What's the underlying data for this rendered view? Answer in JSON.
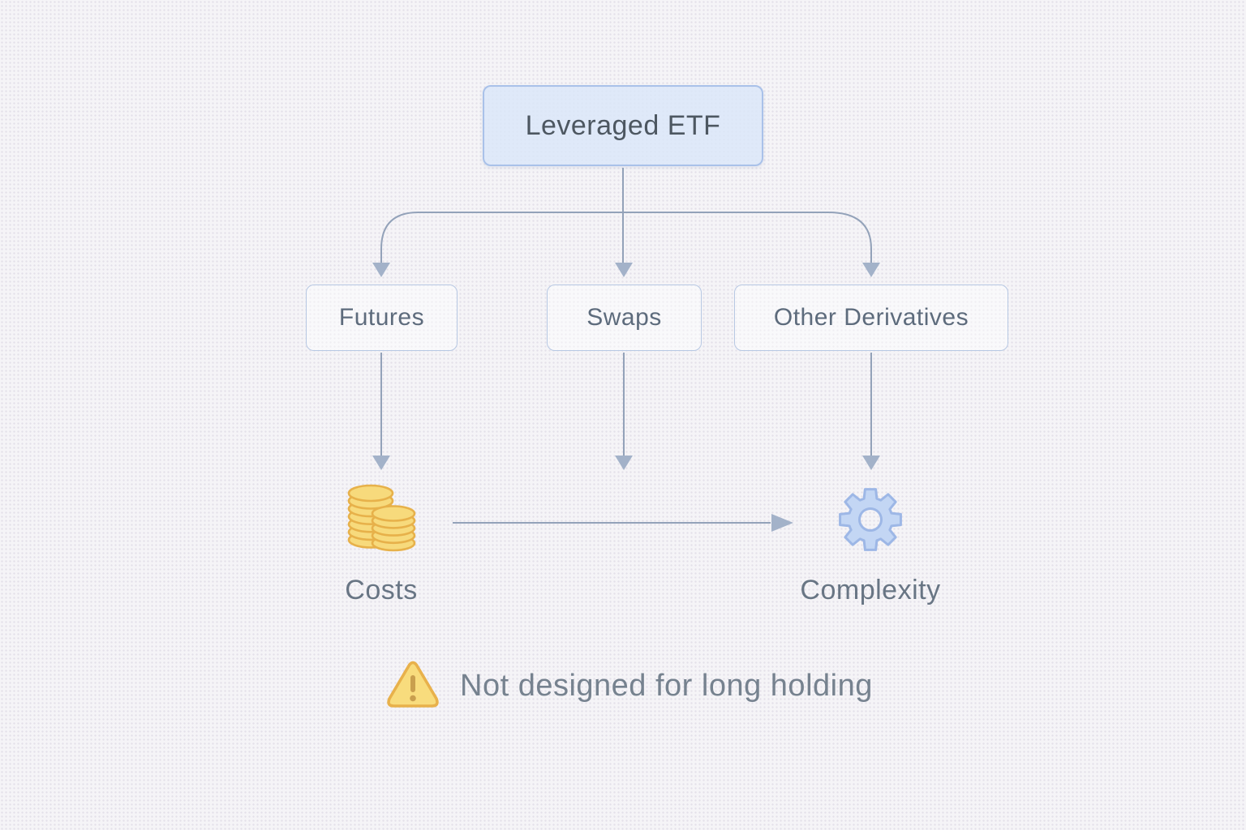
{
  "diagram": {
    "root_label": "Leveraged ETF",
    "children": [
      {
        "label": "Futures"
      },
      {
        "label": "Swaps"
      },
      {
        "label": "Other Derivatives"
      }
    ],
    "outcomes": [
      {
        "label": "Costs",
        "icon": "coins-icon"
      },
      {
        "label": "Complexity",
        "icon": "gear-icon"
      }
    ],
    "warning": {
      "icon": "warning-icon",
      "label": "Not designed for long holding"
    },
    "colors": {
      "background": "#f5f4f7",
      "root_fill": "#dae6f9",
      "root_border": "#a9c1e9",
      "box_border": "#b7c8e3",
      "connector": "#93a2b9",
      "arrowhead": "#a3b2c9",
      "coin_fill": "#f7da7c",
      "coin_stroke": "#e7b14a",
      "gear_fill": "#c3d6f4",
      "gear_stroke": "#9db7e6",
      "warning_fill": "#f8dc7d",
      "warning_stroke": "#e8b14b",
      "warning_glyph": "#c99f4e",
      "text_primary": "#4d5761",
      "text_secondary": "#6d7987"
    }
  }
}
